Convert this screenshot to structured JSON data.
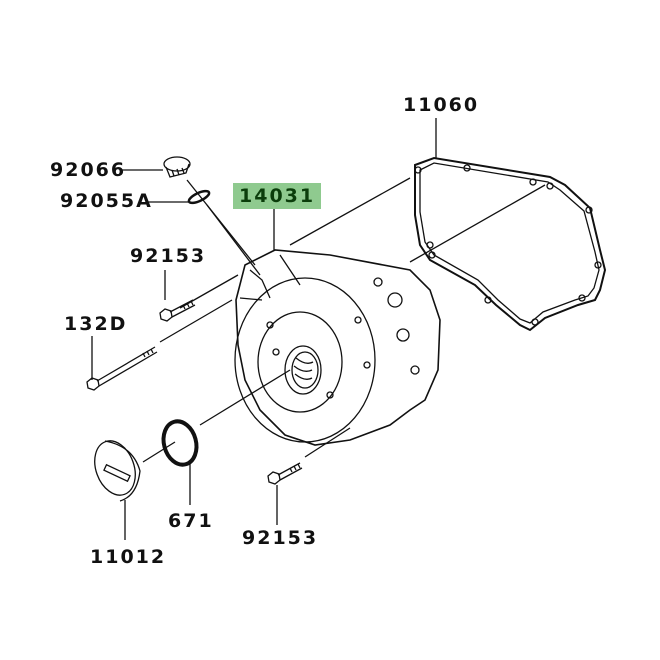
{
  "diagram": {
    "title": "Left engine cover parts diagram",
    "highlight_color": "#8fca8f",
    "parts": [
      {
        "id": "11060",
        "label": "11060",
        "name": "gasket"
      },
      {
        "id": "92066",
        "label": "92066",
        "name": "oil-filler-cap"
      },
      {
        "id": "92055A",
        "label": "92055A",
        "name": "o-ring-small"
      },
      {
        "id": "14031",
        "label": "14031",
        "name": "engine-cover",
        "highlighted": true
      },
      {
        "id": "92153a",
        "label": "92153",
        "name": "bolt-upper"
      },
      {
        "id": "132D",
        "label": "132D",
        "name": "long-bolt"
      },
      {
        "id": "671",
        "label": "671",
        "name": "o-ring-large"
      },
      {
        "id": "11012",
        "label": "11012",
        "name": "cap-plug"
      },
      {
        "id": "92153b",
        "label": "92153",
        "name": "bolt-lower"
      }
    ]
  }
}
